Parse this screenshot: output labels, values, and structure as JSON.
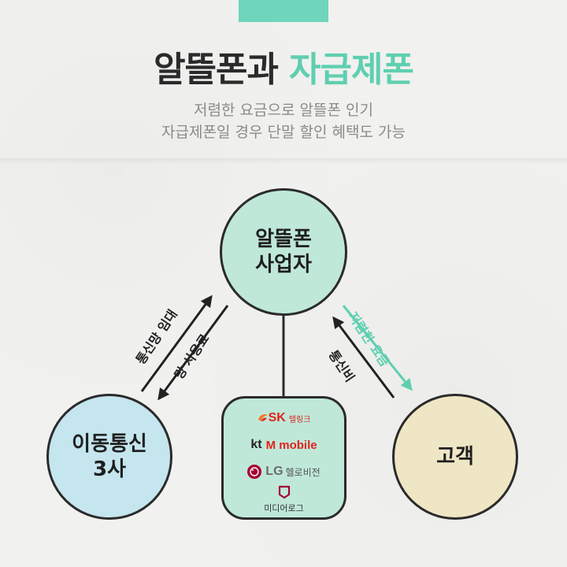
{
  "title": {
    "main": "알뜰폰과",
    "accent": "자급제폰"
  },
  "subtitle": {
    "line1": "저렴한 요금으로 알뜰폰 인기",
    "line2": "자급제폰일 경우 단말 할인 혜택도 가능"
  },
  "nodes": {
    "mvno": {
      "line1": "알뜰폰",
      "line2": "사업자"
    },
    "carrier": {
      "line1": "이동통신",
      "line2": "3사"
    },
    "customer": {
      "label": "고객"
    }
  },
  "brands": {
    "sk": {
      "logo": "SK",
      "sub": "텔링크"
    },
    "kt": {
      "logo": "kt",
      "sub": "M mobile"
    },
    "lg": {
      "logo": "LG",
      "sub": "헬로비전"
    },
    "media": {
      "label": "미디어로그"
    }
  },
  "arrows": {
    "network_rent": "통신망 임대",
    "network_fee": "망 사용료",
    "cheap_plan": "저렴한 요금",
    "phone_bill": "통신비"
  },
  "colors": {
    "accent": "#5fcfb0",
    "mvno_fill": "#bfe8d9",
    "carrier_fill": "#c5e6ee",
    "customer_fill": "#efe6c5",
    "outline": "#2b2b2b"
  }
}
